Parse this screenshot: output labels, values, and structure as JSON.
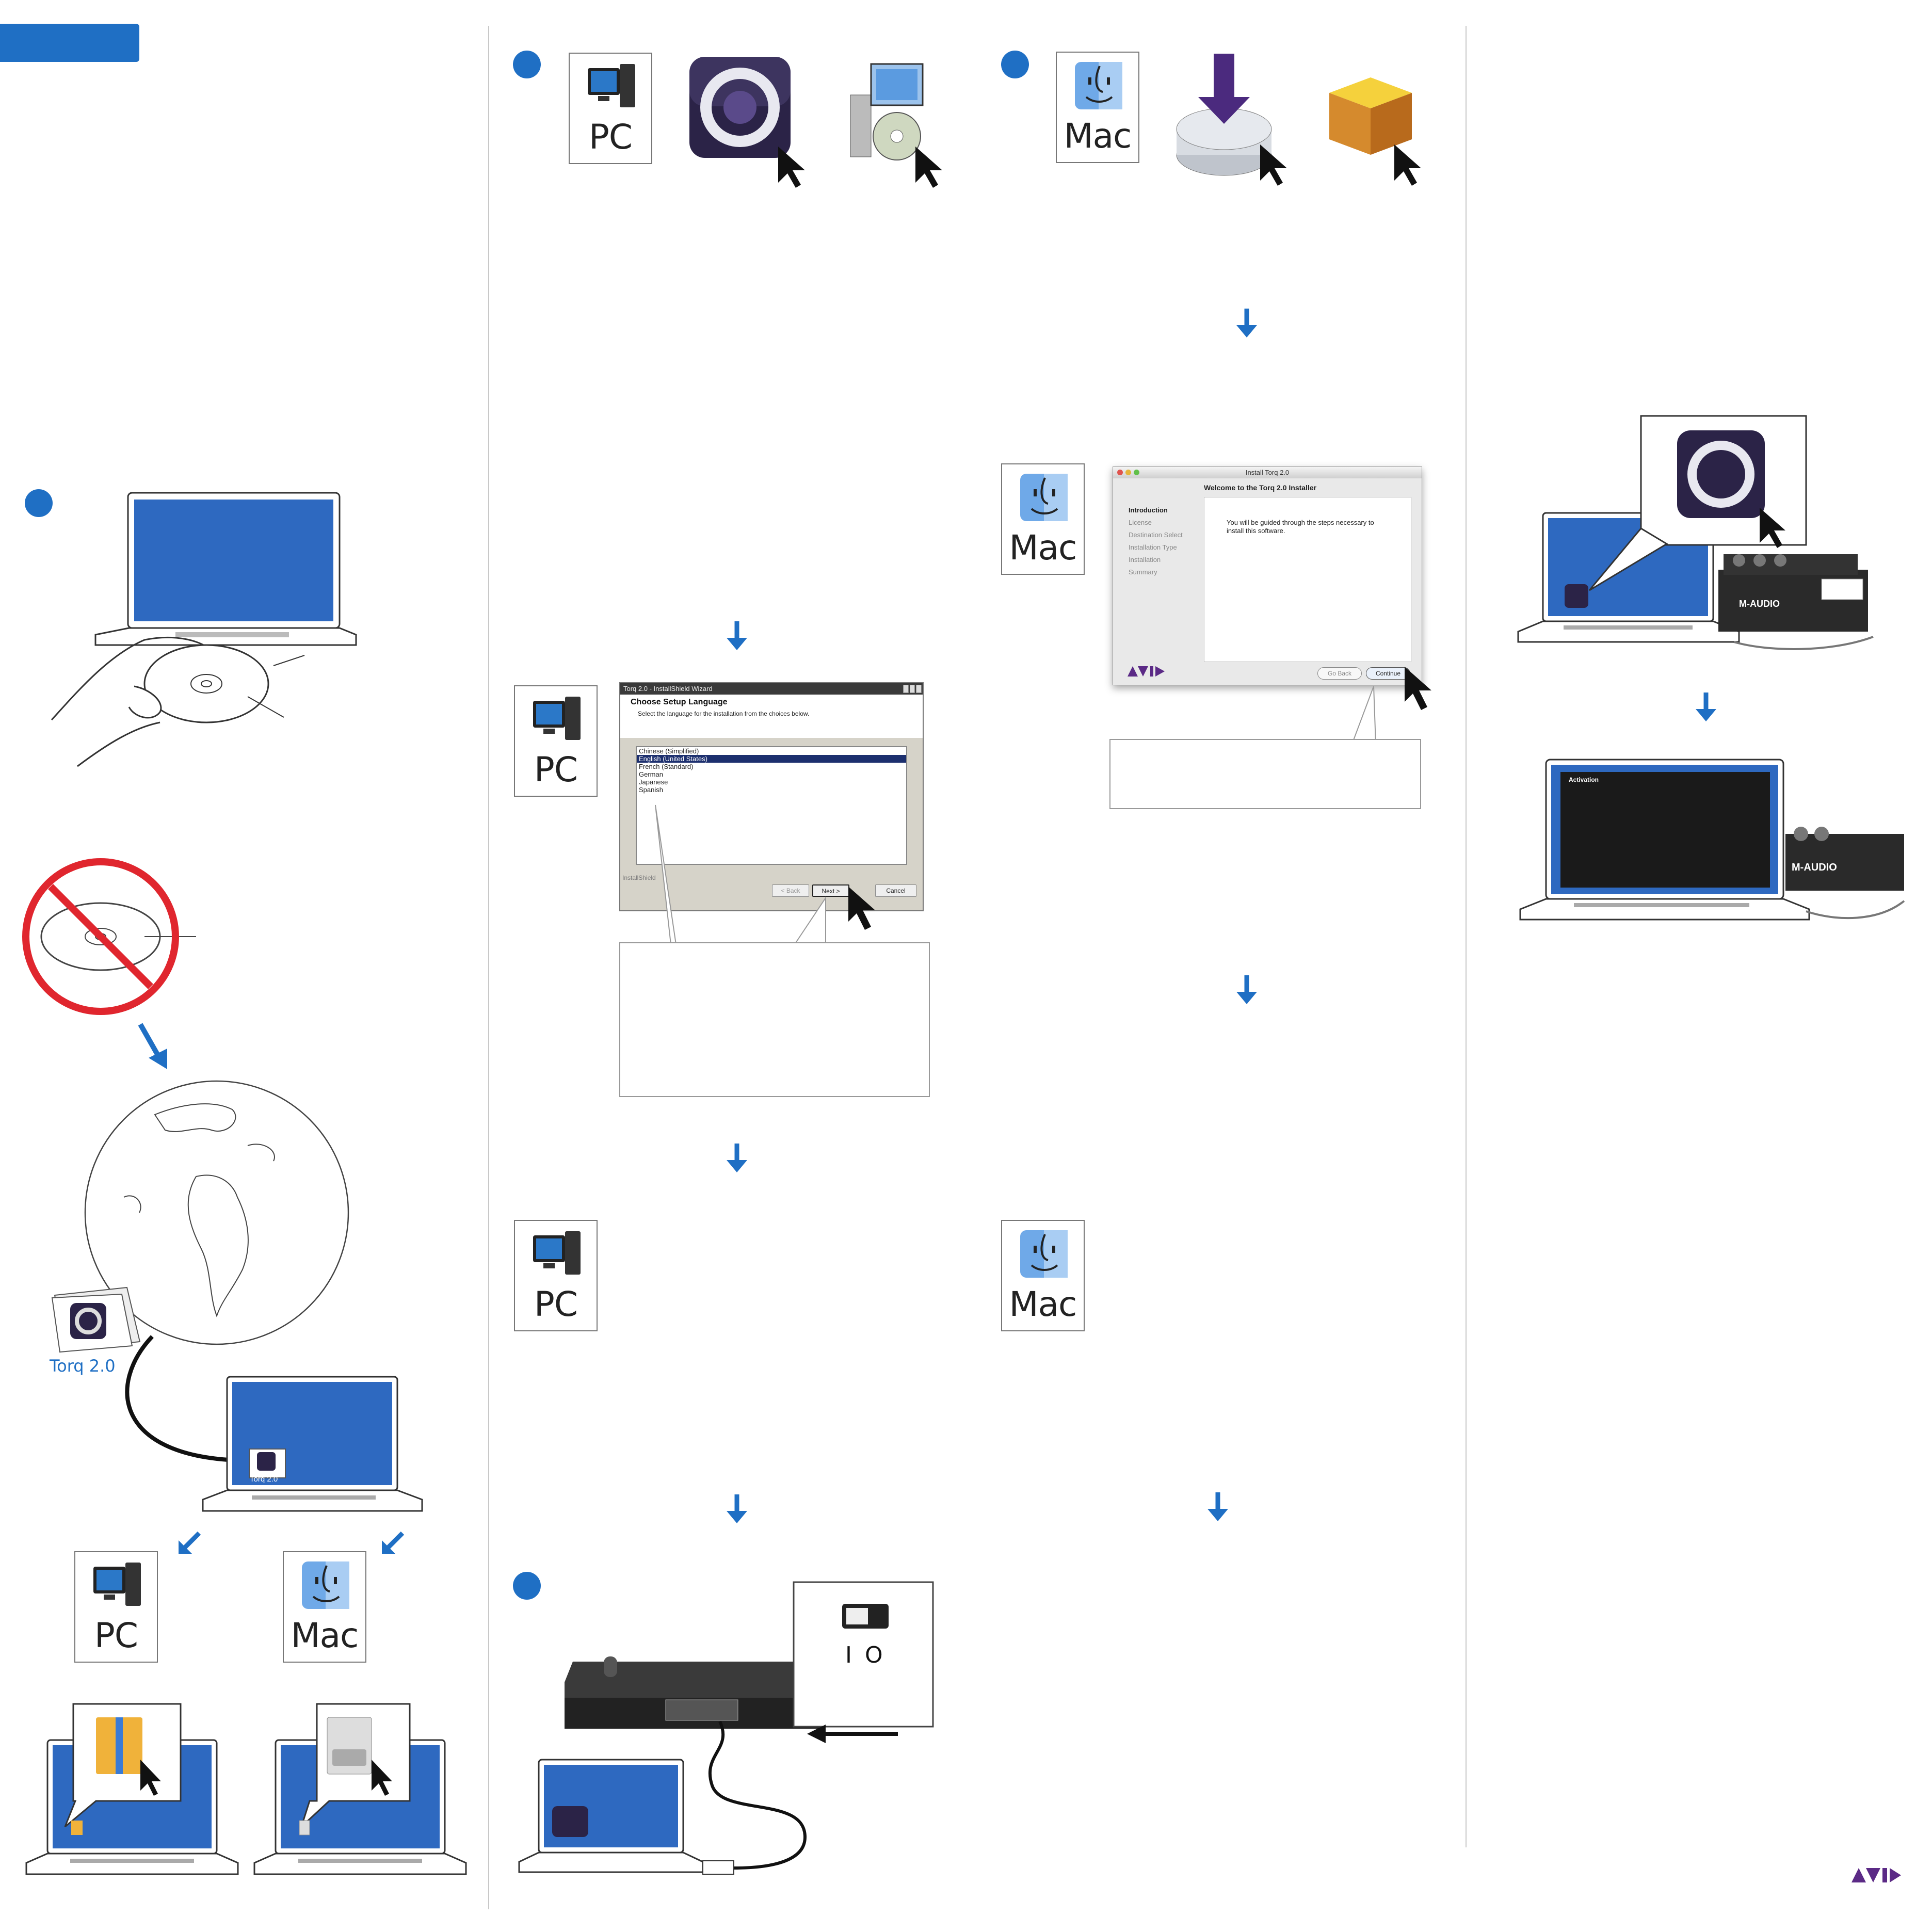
{
  "page": {
    "background": "#ffffff",
    "accent": "#1f6fc4"
  },
  "labels": {
    "pc": "PC",
    "mac": "Mac",
    "product_folder": "Torq 2.0",
    "product_folder_small": "Torq 2.0",
    "hardware_brand": "M-AUDIO",
    "switch_on": "I",
    "switch_off": "O"
  },
  "icons": {
    "step_marker": "step-circle",
    "flow_arrow": "down-arrow-icon",
    "pc_icon": "pc-tower-icon",
    "mac_icon": "mac-finder-icon",
    "torq_app": "torq-app-icon",
    "setup_exe": "setup-exe-icon",
    "disk_image": "disk-image-icon",
    "package": "installer-package-icon",
    "zip": "zip-archive-icon",
    "cursor": "mouse-cursor-icon",
    "avid_logo": "avid-logo"
  },
  "pc_installer": {
    "title": "Torq 2.0 - InstallShield Wizard",
    "heading": "Choose Setup Language",
    "subheading": "Select the language for the installation from the choices below.",
    "languages": [
      "Chinese (Simplified)",
      "English (United States)",
      "French (Standard)",
      "German",
      "Japanese",
      "Spanish"
    ],
    "selected_index": 1,
    "footer": "InstallShield",
    "buttons": {
      "back": "< Back",
      "next": "Next >",
      "cancel": "Cancel"
    }
  },
  "mac_installer": {
    "title": "Install Torq 2.0",
    "heading": "Welcome to the Torq 2.0 Installer",
    "steps": [
      "Introduction",
      "License",
      "Destination Select",
      "Installation Type",
      "Installation",
      "Summary"
    ],
    "active_step": 0,
    "body": "You will be guided through the steps necessary to install this software.",
    "buttons": {
      "back": "Go Back",
      "continue": "Continue"
    }
  },
  "activation": {
    "title": "Activation"
  },
  "brand": {
    "logo_text": "AVID"
  }
}
